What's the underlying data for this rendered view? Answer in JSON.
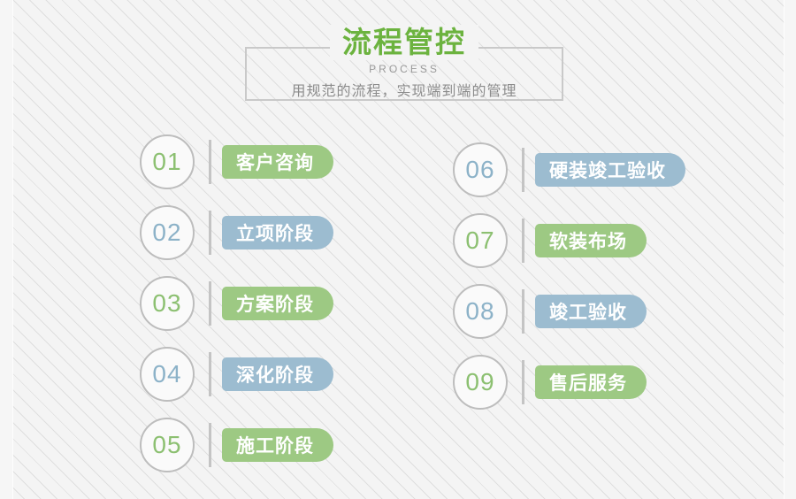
{
  "header": {
    "title": "流程管控",
    "subtitle": "PROCESS",
    "tagline": "用规范的流程，实现端到端的管理",
    "title_color": "#6cb33f",
    "box_border_color": "#c9c9c9"
  },
  "theme": {
    "background": "#f4f4f4",
    "stripe_color": "#cdcdcd",
    "green": "#9dc983",
    "blue": "#9cbcd0",
    "number_green": "#8cc071",
    "number_blue": "#8cb2c8",
    "circle_border": "#bdbdbd",
    "divider": "#c4c4c4"
  },
  "process": {
    "left_column": [
      {
        "number": "01",
        "label": "客户咨询",
        "color": "green"
      },
      {
        "number": "02",
        "label": "立项阶段",
        "color": "blue"
      },
      {
        "number": "03",
        "label": "方案阶段",
        "color": "green"
      },
      {
        "number": "04",
        "label": "深化阶段",
        "color": "blue"
      },
      {
        "number": "05",
        "label": "施工阶段",
        "color": "green"
      }
    ],
    "right_column": [
      {
        "number": "06",
        "label": "硬装竣工验收",
        "color": "blue"
      },
      {
        "number": "07",
        "label": "软装布场",
        "color": "green"
      },
      {
        "number": "08",
        "label": "竣工验收",
        "color": "blue"
      },
      {
        "number": "09",
        "label": "售后服务",
        "color": "green"
      }
    ]
  }
}
